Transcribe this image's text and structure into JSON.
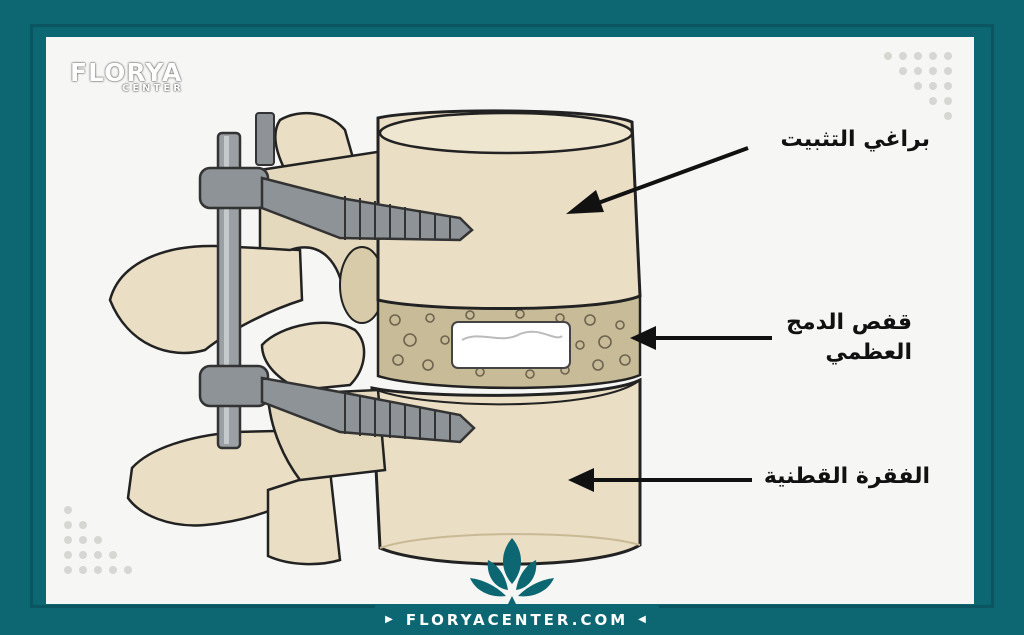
{
  "logo": {
    "name": "FLORYA",
    "sub": "CENTER"
  },
  "labels": {
    "screws": "براغي التثبيت",
    "cage": "قفص الدمج\nالعظمي",
    "vertebra": "الفقرة القطنية"
  },
  "footer": {
    "url": "FLORYACENTER.COM",
    "left_arrow": "◀",
    "right_arrow": "▶"
  },
  "colors": {
    "teal": "#0d6772",
    "bone": "#eadfc5",
    "metal": "#8d9396",
    "panel": "#f6f6f4"
  }
}
